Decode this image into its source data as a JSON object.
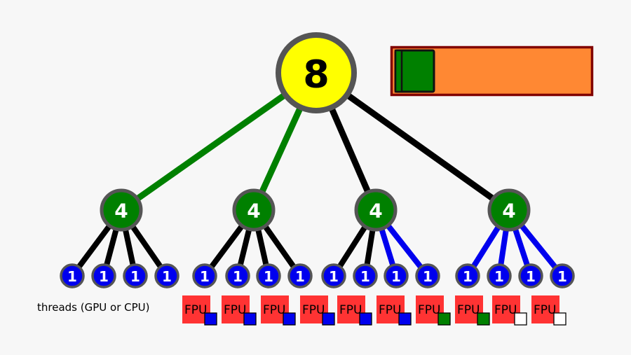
{
  "root": {
    "label": "8",
    "fill": "#ffff00"
  },
  "mid_nodes": [
    {
      "label": "4",
      "fill": "#008000"
    },
    {
      "label": "4",
      "fill": "#008000"
    },
    {
      "label": "4",
      "fill": "#008000"
    },
    {
      "label": "4",
      "fill": "#008000"
    }
  ],
  "root_edges": [
    "#008000",
    "#008000",
    "#000000",
    "#000000"
  ],
  "leaf_nodes": {
    "label": "1",
    "fill": "#0000ee",
    "count": 16
  },
  "leaf_edges": [
    "#000000",
    "#000000",
    "#000000",
    "#000000",
    "#000000",
    "#000000",
    "#000000",
    "#000000",
    "#000000",
    "#000000",
    "#0000ee",
    "#0000ee",
    "#0000ee",
    "#0000ee",
    "#0000ee",
    "#0000ee"
  ],
  "progress": {
    "frame_color": "#800000",
    "bar_color": "#ff8833",
    "fill_color": "#008000",
    "fraction": 0.2
  },
  "caption": "threads (GPU or CPU)",
  "fpus": [
    {
      "label": "FPU",
      "status_color": "#0000ee"
    },
    {
      "label": "FPU",
      "status_color": "#0000ee"
    },
    {
      "label": "FPU",
      "status_color": "#0000ee"
    },
    {
      "label": "FPU",
      "status_color": "#0000ee"
    },
    {
      "label": "FPU",
      "status_color": "#0000ee"
    },
    {
      "label": "FPU",
      "status_color": "#0000ee"
    },
    {
      "label": "FPU",
      "status_color": "#008000"
    },
    {
      "label": "FPU",
      "status_color": "#008000"
    },
    {
      "label": "FPU",
      "status_color": "#ffffff"
    },
    {
      "label": "FPU",
      "status_color": "#ffffff"
    }
  ],
  "colors": {
    "node_ring": "#555555",
    "fpu_box": "#ff3333"
  }
}
